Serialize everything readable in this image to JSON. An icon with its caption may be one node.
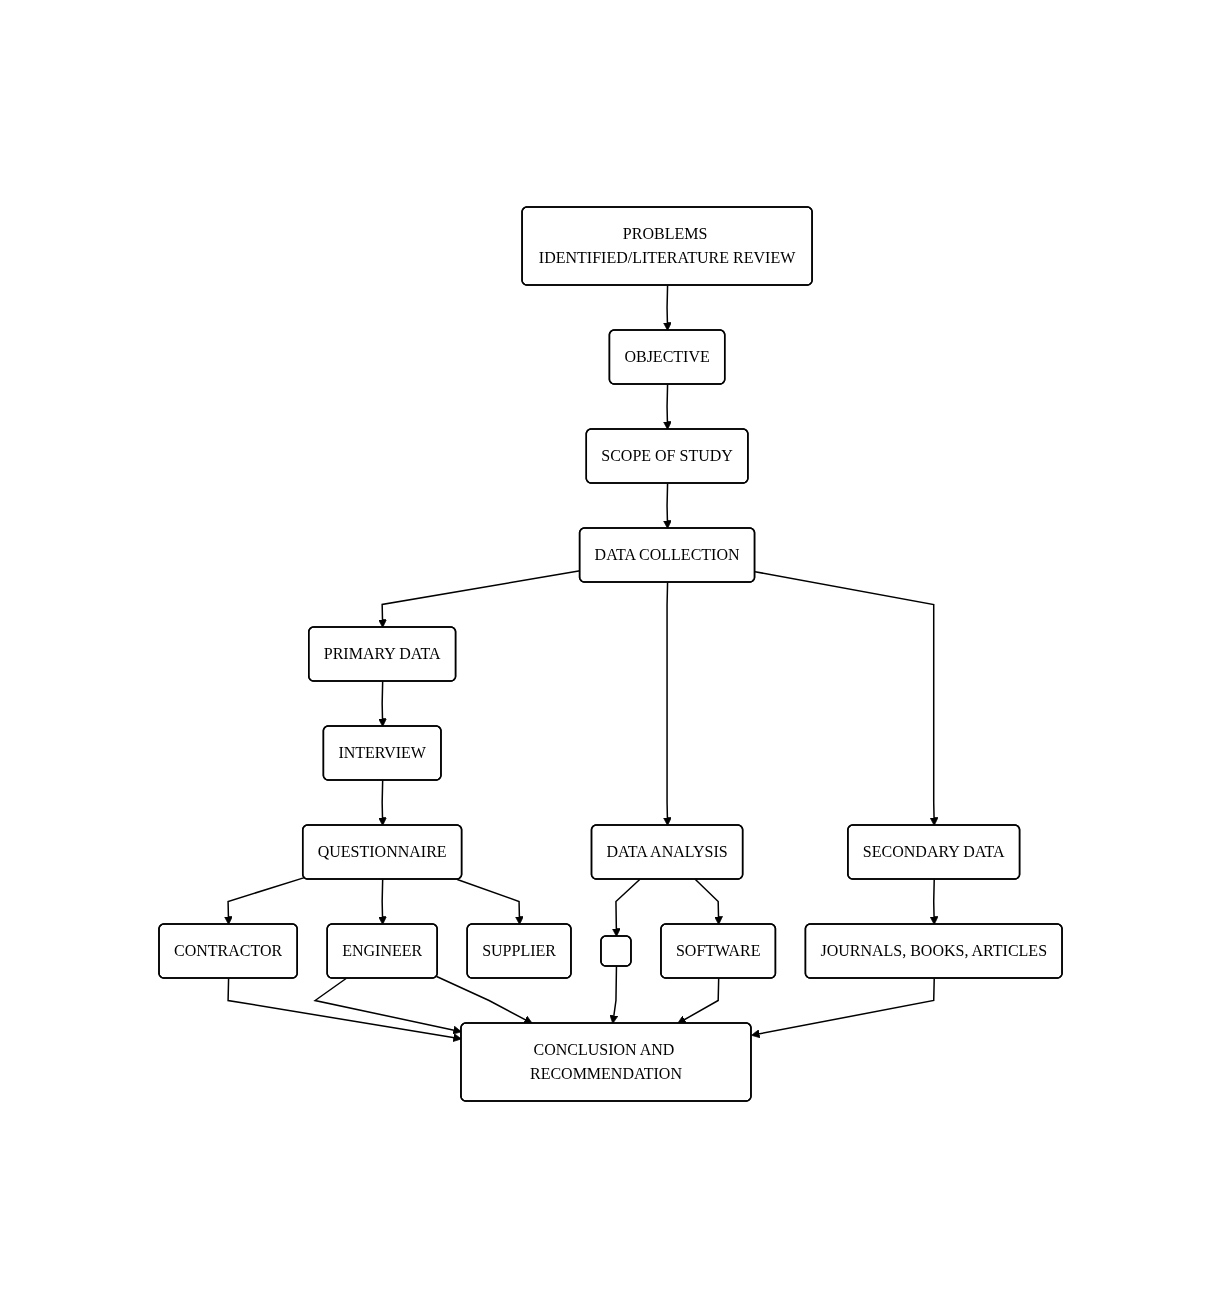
{
  "diagram": {
    "nodes": [
      {
        "text": [
          "PROBLEMS IDENTIFIED/LITERATURE REVIEW"
        ]
      },
      {
        "text": [
          "OBJECTIVE"
        ]
      },
      {
        "text": [
          "SCOPE OF STUDY"
        ]
      },
      {
        "text": [
          "DATA COLLECTION"
        ]
      },
      {
        "text": [
          "PRIMARY DATA"
        ]
      },
      {
        "text": [
          "DATA ANALYSIS"
        ]
      },
      {
        "text": [
          "SECONDARY DATA"
        ]
      },
      {
        "text": [
          "INTERVIEW"
        ]
      },
      {
        "text": [],
        "shape": "box"
      },
      {
        "text": [
          "SOFTWARE"
        ]
      },
      {
        "text": [
          "JOURNALS, BOOKS, ARTICLES"
        ]
      },
      {
        "text": [
          "QUESTIONNAIRE"
        ]
      },
      {
        "text": [
          "CONTRACTOR"
        ]
      },
      {
        "text": [
          "ENGINEER"
        ]
      },
      {
        "text": [
          "SUPPLIER"
        ]
      },
      {
        "text": [
          "CONCLUSION AND RECOMMENDATION"
        ]
      }
    ],
    "edges": [
      {
        "from": 0,
        "to": 1,
        "arrow": "to"
      },
      {
        "from": 1,
        "to": 2,
        "arrow": "to"
      },
      {
        "from": 2,
        "to": 3,
        "arrow": "to"
      },
      {
        "from": 3,
        "to": 4,
        "arrow": "to"
      },
      {
        "from": 3,
        "to": 5,
        "arrow": "to"
      },
      {
        "from": 3,
        "to": 6,
        "arrow": "to"
      },
      {
        "from": 4,
        "to": 7,
        "arrow": "to"
      },
      {
        "from": 5,
        "to": 8,
        "arrow": "to"
      },
      {
        "from": 5,
        "to": 9,
        "arrow": "to"
      },
      {
        "from": 6,
        "to": 10,
        "arrow": "to"
      },
      {
        "from": 7,
        "to": 11,
        "arrow": "to"
      },
      {
        "from": 11,
        "to": 12,
        "arrow": "to"
      },
      {
        "from": 11,
        "to": 13,
        "arrow": "to"
      },
      {
        "from": 11,
        "to": 14,
        "arrow": "to"
      },
      {
        "from": 12,
        "to": 15,
        "arrow": "to"
      },
      {
        "from": 13,
        "to": 15,
        "arrow": "to"
      },
      {
        "from": 13,
        "to": 15,
        "arrow": "to"
      },
      {
        "from": 8,
        "to": 15,
        "arrow": "to"
      },
      {
        "from": 9,
        "to": 15,
        "arrow": "to"
      },
      {
        "from": 10,
        "to": 15,
        "arrow": "to"
      }
    ]
  }
}
